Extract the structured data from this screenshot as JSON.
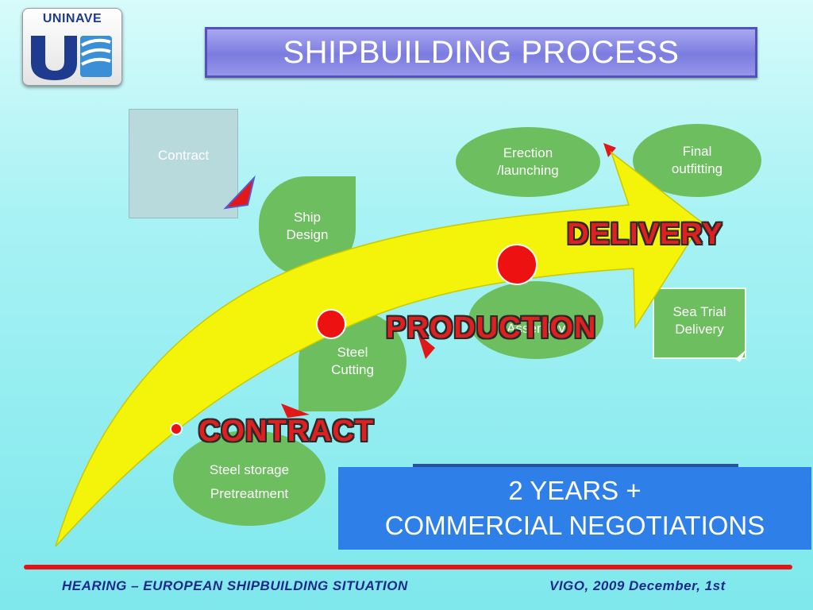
{
  "logo": {
    "word": "UNINAVE"
  },
  "title": "SHIPBUILDING PROCESS",
  "nodes": {
    "contract": "Contract",
    "ship_design": [
      "Ship",
      "Design"
    ],
    "erection": [
      "Erection",
      "/launching"
    ],
    "final_outfitting": [
      "Final",
      "outfitting"
    ],
    "sea_trial": [
      "Sea Trial",
      "Delivery"
    ],
    "assembly": "Assembly",
    "steel_cutting": [
      "Steel",
      "Cutting"
    ],
    "steel_storage": [
      "Steel storage",
      "Pretreatment"
    ]
  },
  "stages": {
    "delivery": "DELIVERY",
    "production": "PRODUCTION",
    "contract": "CONTRACT"
  },
  "duration_box": {
    "line1": "2 YEARS +",
    "line2": "COMMERCIAL NEGOTIATIONS"
  },
  "footer": {
    "left": "HEARING – EUROPEAN SHIPBUILDING SITUATION",
    "right": "VIGO, 2009 December, 1st"
  },
  "colors": {
    "arrow": "#f4f40a",
    "node": "#6cbe5e",
    "marker": "#ee1111",
    "title_bg": "#8484e4",
    "duration_bg": "#2f7fe8",
    "footer_line": "#e41414",
    "footer_text": "#1f2a8a"
  }
}
